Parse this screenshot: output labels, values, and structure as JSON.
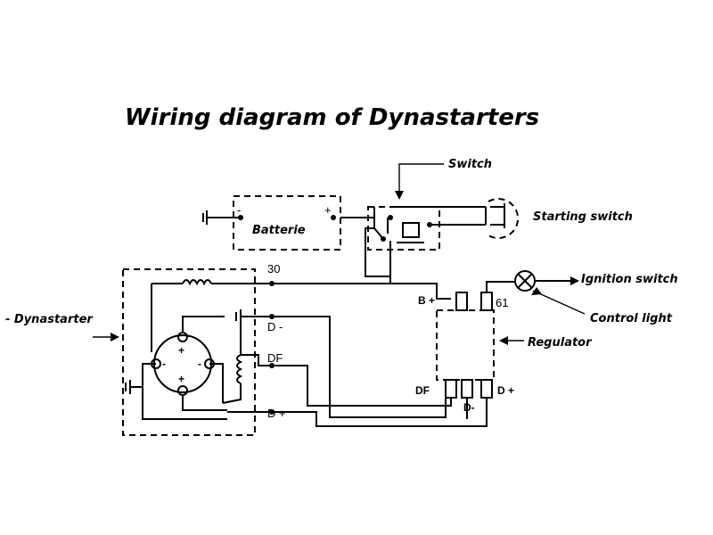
{
  "title": "Wiring diagram of Dynastarters",
  "labels": {
    "switch": "Switch",
    "batterie": "Batterie",
    "starting_switch": "Starting switch",
    "ignition_switch": "Ignition switch",
    "control_light": "Control light",
    "dynastarter": "- Dynastarter",
    "regulator": "Regulator"
  },
  "terminals": {
    "t30": "30",
    "d_minus": "D -",
    "df": "DF",
    "d_plus": "D +",
    "b_plus": "B +",
    "t61": "61",
    "reg_df": "DF",
    "reg_d_plus": "D +",
    "reg_d_minus": "D-",
    "batt_minus": "-",
    "batt_plus": "+"
  }
}
